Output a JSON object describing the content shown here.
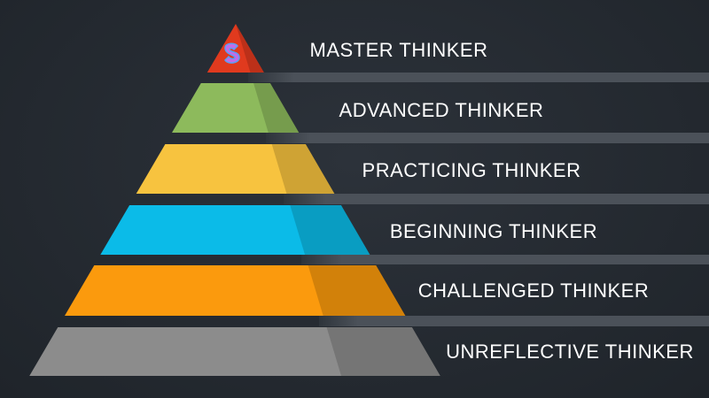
{
  "title": "Critical Thinking Levels",
  "levels": [
    {
      "label": "MASTER THINKER",
      "color": "#e03a1e"
    },
    {
      "label": "ADVANCED THINKER",
      "color": "#8dba5c"
    },
    {
      "label": "PRACTICING THINKER",
      "color": "#f7c33f"
    },
    {
      "label": "BEGINNING THINKER",
      "color": "#0bbbe8"
    },
    {
      "label": "CHALLENGED THINKER",
      "color": "#fb9a0d"
    },
    {
      "label": "UNREFLECTIVE THINKER",
      "color": "#8c8c8c"
    }
  ],
  "colors": {
    "background": "#23282f",
    "stripe": "#4b5159"
  },
  "logo": "S logo"
}
